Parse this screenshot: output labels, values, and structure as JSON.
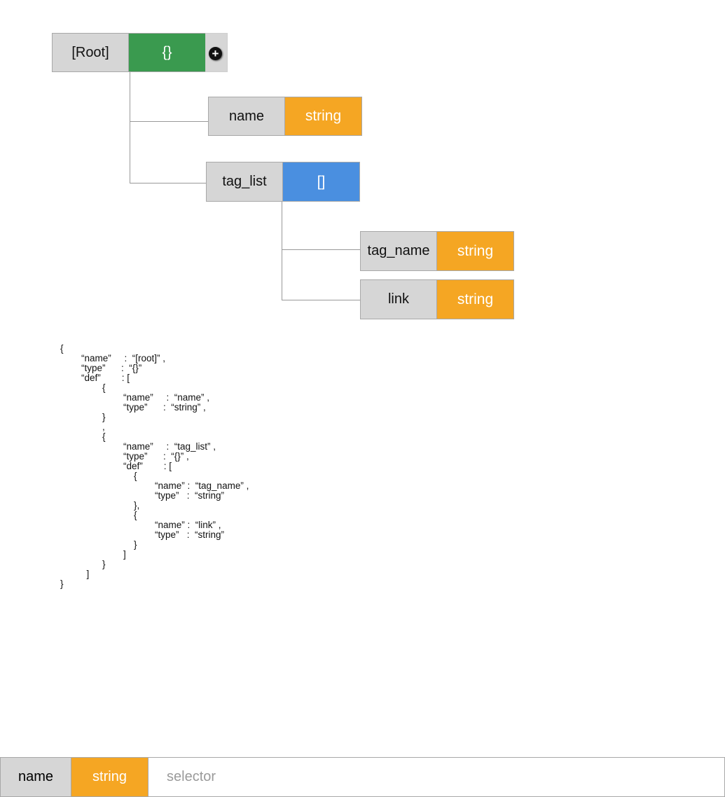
{
  "tree": {
    "root": {
      "key": "[Root]",
      "type": "{}",
      "add_icon": "plus-circle-icon"
    },
    "name": {
      "key": "name",
      "type": "string"
    },
    "tag_list": {
      "key": "tag_list",
      "type": "[]"
    },
    "tag_name": {
      "key": "tag_name",
      "type": "string"
    },
    "link": {
      "key": "link",
      "type": "string"
    }
  },
  "colors": {
    "object": "#3a9a4f",
    "array": "#4a8fe0",
    "string": "#f5a623",
    "key_bg": "#d6d6d6"
  },
  "json_preview": [
    "{",
    "        “name”     :  “[root]” ,",
    "        “type”      :  “{}”",
    "        “def”        : [",
    "                {",
    "                        “name”     :  “name” ,",
    "                        “type”      :  “string” ,",
    "                }",
    "                ,",
    "                {",
    "                        “name”     :  “tag_list” ,",
    "                        “type”      :  “{}” ,",
    "                        “def”        : [",
    "                            {",
    "                                    “name” :  “tag_name” ,",
    "                                    “type”   :  “string”",
    "                            },",
    "                            {",
    "                                    “name” :  “link” ,",
    "                                    “type”   :  “string”",
    "                            }",
    "                        ]",
    "                }",
    "          ]",
    "}"
  ],
  "editor": {
    "key": "name",
    "type": "string",
    "selector_placeholder": "selector",
    "selector_value": ""
  }
}
